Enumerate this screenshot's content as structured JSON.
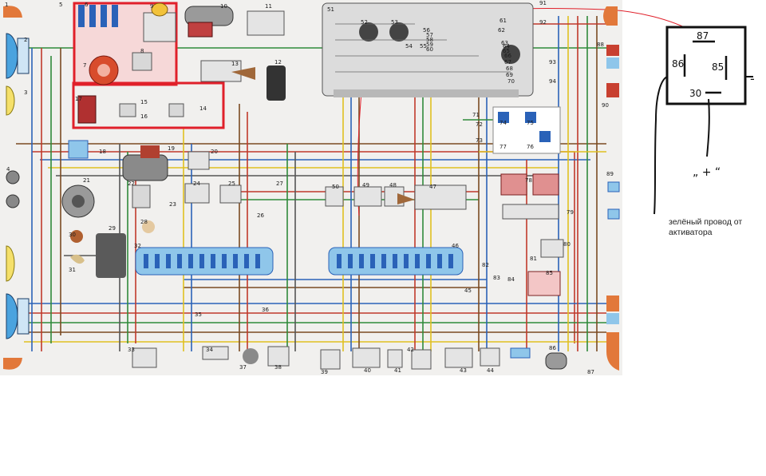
{
  "diagram": {
    "component_numbers": [
      "1",
      "2",
      "3",
      "4",
      "5",
      "6",
      "7",
      "8",
      "9",
      "10",
      "11",
      "12",
      "13",
      "14",
      "15",
      "16",
      "17",
      "18",
      "19",
      "20",
      "21",
      "22",
      "23",
      "24",
      "25",
      "26",
      "27",
      "28",
      "29",
      "30",
      "31",
      "32",
      "33",
      "34",
      "35",
      "36",
      "37",
      "38",
      "39",
      "40",
      "41",
      "42",
      "43",
      "44",
      "45",
      "46",
      "47",
      "48",
      "49",
      "50",
      "51",
      "52",
      "53",
      "54",
      "55",
      "56",
      "57",
      "58",
      "59",
      "60",
      "61",
      "62",
      "63",
      "64",
      "65",
      "66",
      "67",
      "68",
      "69",
      "70",
      "71",
      "72",
      "73",
      "74",
      "75",
      "76",
      "77",
      "78",
      "79",
      "80",
      "81",
      "82",
      "83",
      "84",
      "85",
      "86",
      "87",
      "88",
      "89",
      "90",
      "91",
      "92",
      "93",
      "94"
    ]
  },
  "relay_sketch": {
    "pin_87": "87",
    "pin_86": "86",
    "pin_85": "85",
    "pin_30": "30",
    "minus_mark": "-",
    "plus_mark": "„ + “"
  },
  "annotation": {
    "text": "зелёный провод от активатора"
  },
  "colors": {
    "highlight": "#e0202a",
    "wire_red": "#c0392b",
    "wire_blue": "#2a62b8",
    "wire_green": "#2f8a3a",
    "wire_yellow": "#e0c020",
    "wire_brown": "#7a4a22",
    "connector_blue": "#8fc6ea",
    "panel_grey": "#dcdcdc",
    "lamp_orange": "#e2783a"
  }
}
